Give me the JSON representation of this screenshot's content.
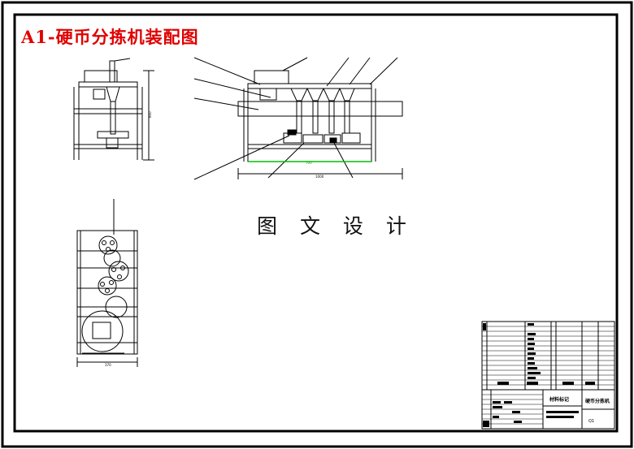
{
  "drawing": {
    "title": "A1-硬币分拣机装配图",
    "watermark": "图 文 设 计",
    "dim_main_width": "700",
    "dim_front_total": "1000",
    "dim_side_height": "600",
    "dim_top_width": "370",
    "title_block_name": "硬币分拣机",
    "title_block_note": "材料标记",
    "title_block_sheet": "Q1"
  },
  "colors": {
    "ink": "#000000",
    "title_red": "#e00000",
    "dimension_green": "#00c000"
  }
}
